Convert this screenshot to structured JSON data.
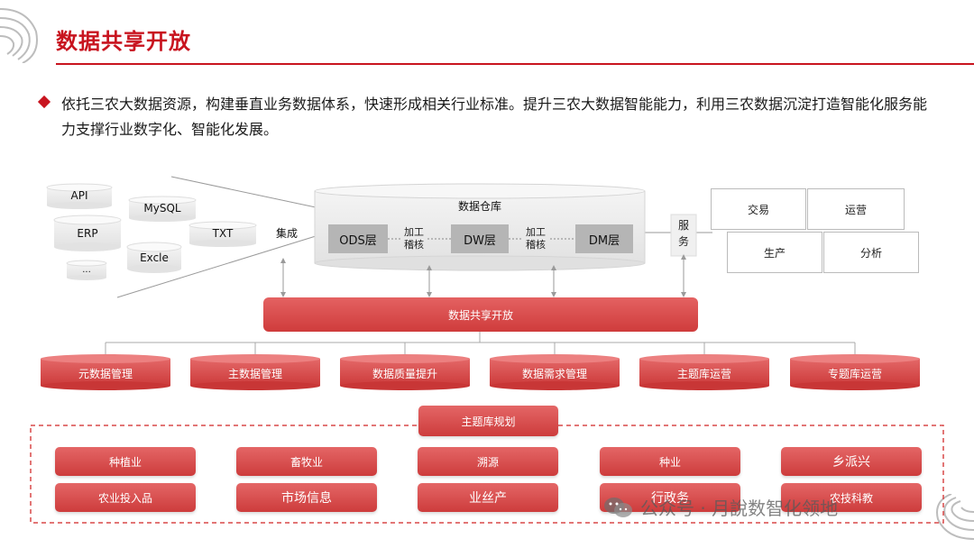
{
  "title": "数据共享开放",
  "intro": "依托三农大数据资源，构建垂直业务数据体系，快速形成相关行业标准。提升三农大数据智能能力，利用三农数据沉淀打造智能化服务能力支撑行业数字化、智能化发展。",
  "sources": [
    "API",
    "MySQL",
    "ERP",
    "TXT",
    "Excle",
    "..."
  ],
  "integrate_label": "集成",
  "warehouse": {
    "title": "数据仓库",
    "layers": [
      "ODS层",
      "DW层",
      "DM层"
    ],
    "process_label_1": "加工\n稽核",
    "process_label_2": "加工\n稽核"
  },
  "service_label": "服\n务",
  "outputs": [
    "交易",
    "运营",
    "生产",
    "分析"
  ],
  "share_bar": "数据共享开放",
  "management": [
    "元数据管理",
    "主数据管理",
    "数据质量提升",
    "数据需求管理",
    "主题库运营",
    "专题库运营"
  ],
  "topic_planning": "主题库规划",
  "topics": [
    [
      "种植业",
      "畜牧业",
      "溯源",
      "种业",
      "乡派兴"
    ],
    [
      "农业投入品",
      "市场信息",
      "业丝产",
      "行政务",
      "农技科教"
    ]
  ],
  "watermark": "公众号 · 月說数智化领地",
  "colors": {
    "brand_red": "#c8141f",
    "block_red": "#d94848",
    "gray_layer": "#b5b5b5"
  }
}
